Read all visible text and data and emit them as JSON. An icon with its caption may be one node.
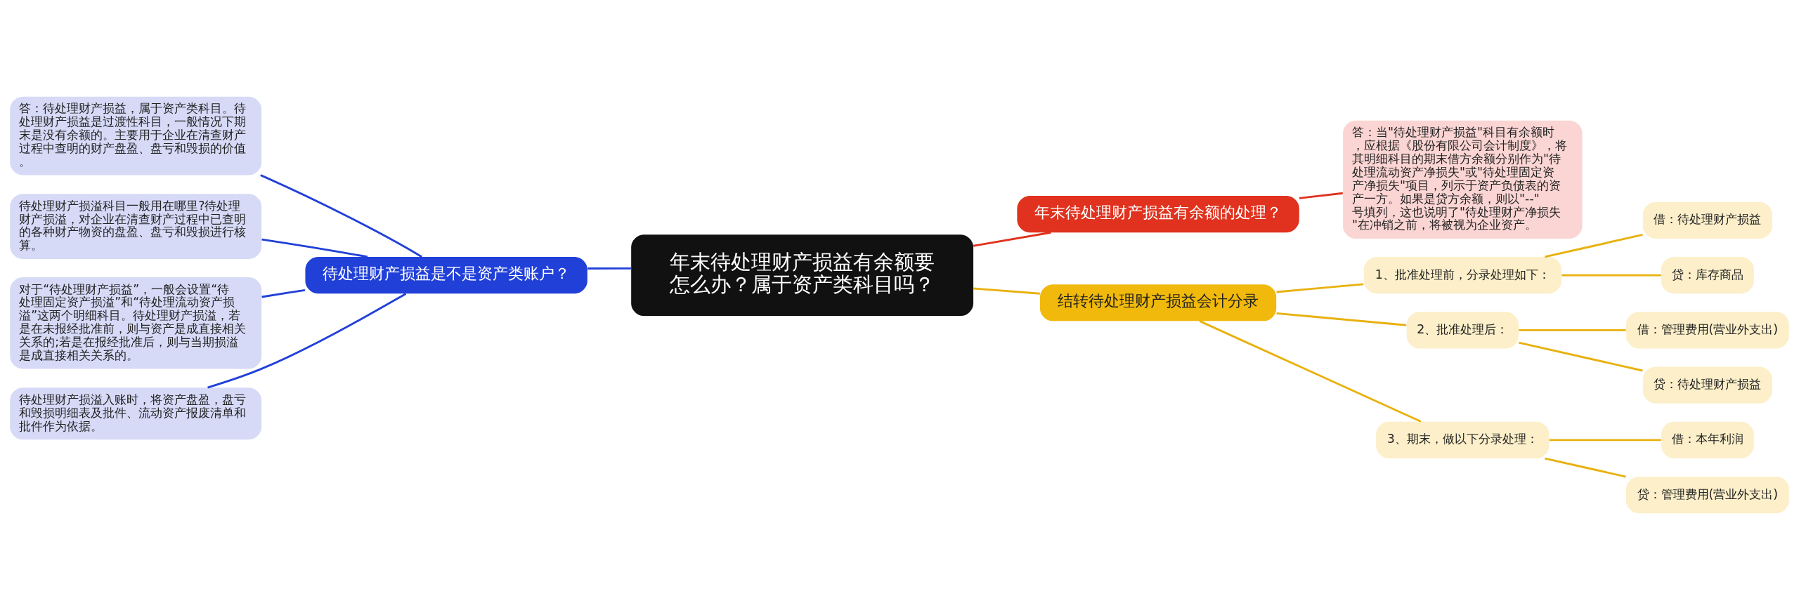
{
  "diagram": {
    "nodes": [
      {
        "text": [
          "年末待处理财产损益有余额要怎么办？属于资产类科目吗？"
        ]
      },
      {
        "text": [
          "年末待处理财产损益有余额的处理？"
        ]
      },
      {
        "text": [
          "答：当\"待处理财产损益\"科目有余额时，应根据《股份有限公司会计制度》，将其明细科目的期末借方余额分别作为\"待处理流动资产净损失\"或\"待处理固定资产净损失\"项目，列示于资产负债表的资产一方。如果是贷方余额，则以\"--\"号填列，这也说明了\"待处理财产净损失\"在冲销之前，将被视为企业资产。"
        ]
      },
      {
        "text": [
          "结转待处理财产损益会计分录"
        ]
      },
      {
        "text": [
          "1、批准处理前，分录处理如下："
        ]
      },
      {
        "text": [
          "借：待处理财产损益"
        ]
      },
      {
        "text": [
          "贷：库存商品"
        ]
      },
      {
        "text": [
          "2、批准处理后："
        ]
      },
      {
        "text": [
          "借：管理费用(营业外支出)"
        ]
      },
      {
        "text": [
          "贷：待处理财产损益"
        ]
      },
      {
        "text": [
          "3、期末，做以下分录处理："
        ]
      },
      {
        "text": [
          "借：本年利润"
        ]
      },
      {
        "text": [
          "贷：管理费用(营业外支出)"
        ]
      },
      {
        "text": [
          "待处理财产损益是不是资产类账户？"
        ]
      },
      {
        "text": [
          "答：待处理财产损益，属于资产类科目。待处理财产损益是过渡性科目，一般情况下期末是没有余额的。主要用于企业在清查财产过程中查明的财产盘盈、盘亏和毁损的价值。"
        ]
      },
      {
        "text": [
          "待处理财产损溢科目一般用在哪里?待处理财产损溢，对企业在清查财产过程中已查明的各种财产物资的盘盈、盘亏和毁损进行核算。"
        ]
      },
      {
        "text": [
          "对于“待处理财产损益”，一般会设置“待处理固定资产损溢”和“待处理流动资产损溢”这两个明细科目。待处理财产损溢，若是在未报经批准前，则与资产是成直接相关关系的;若是在报经批准后，则与当期损溢是成直接相关关系的。"
        ]
      },
      {
        "text": [
          "待处理财产损溢入账时，将资产盘盈，盘亏和毁损明细表及批件、流动资产报废清单和批件作为依据。"
        ]
      }
    ],
    "edges": [
      {
        "from": 0,
        "to": 1,
        "arrow": "none",
        "color": "#e0321e"
      },
      {
        "from": 1,
        "to": 2,
        "arrow": "none",
        "color": "#e0321e"
      },
      {
        "from": 0,
        "to": 3,
        "arrow": "none"
      },
      {
        "from": 3,
        "to": 4,
        "arrow": "none"
      },
      {
        "from": 4,
        "to": 5,
        "arrow": "none"
      },
      {
        "from": 4,
        "to": 6,
        "arrow": "none"
      },
      {
        "from": 3,
        "to": 7,
        "arrow": "none"
      },
      {
        "from": 7,
        "to": 8,
        "arrow": "none"
      },
      {
        "from": 7,
        "to": 9,
        "arrow": "none"
      },
      {
        "from": 3,
        "to": 10,
        "arrow": "none"
      },
      {
        "from": 10,
        "to": 11,
        "arrow": "none"
      },
      {
        "from": 10,
        "to": 12,
        "arrow": "none"
      },
      {
        "from": 0,
        "to": 13,
        "arrow": "none",
        "color": "#2140d8"
      },
      {
        "from": 13,
        "to": 14,
        "arrow": "none",
        "color": "#2140d8"
      },
      {
        "from": 13,
        "to": 15,
        "arrow": "none",
        "color": "#2140d8"
      },
      {
        "from": 13,
        "to": 16,
        "arrow": "none",
        "color": "#2140d8"
      },
      {
        "from": 13,
        "to": 17,
        "arrow": "none",
        "color": "#2140d8"
      }
    ]
  }
}
